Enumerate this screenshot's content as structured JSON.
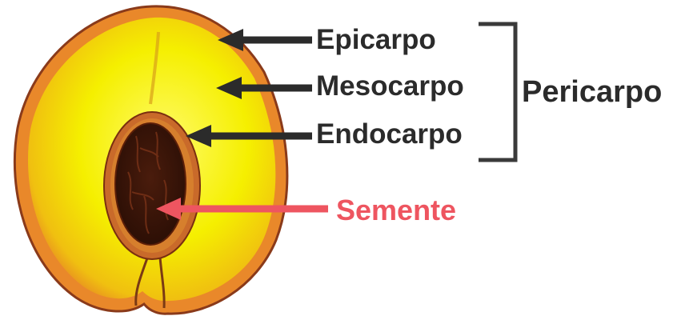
{
  "labels": {
    "epicarp": "Epicarpo",
    "mesocarp": "Mesocarpo",
    "endocarp": "Endocarpo",
    "pericarp": "Pericarpo",
    "seed": "Semente"
  },
  "colors": {
    "label_text": "#2b2b2b",
    "seed_label": "#ee5560",
    "seed_arrow": "#ee5560",
    "arrows": "#2b2b2b",
    "bracket": "#3a3a3a",
    "flesh_yellow": "#f5ef00",
    "skin_orange": "#e9882a",
    "skin_outline": "#8a3a1a",
    "stone_dark": "#3a1509",
    "stone_ring": "#a74a1c"
  }
}
